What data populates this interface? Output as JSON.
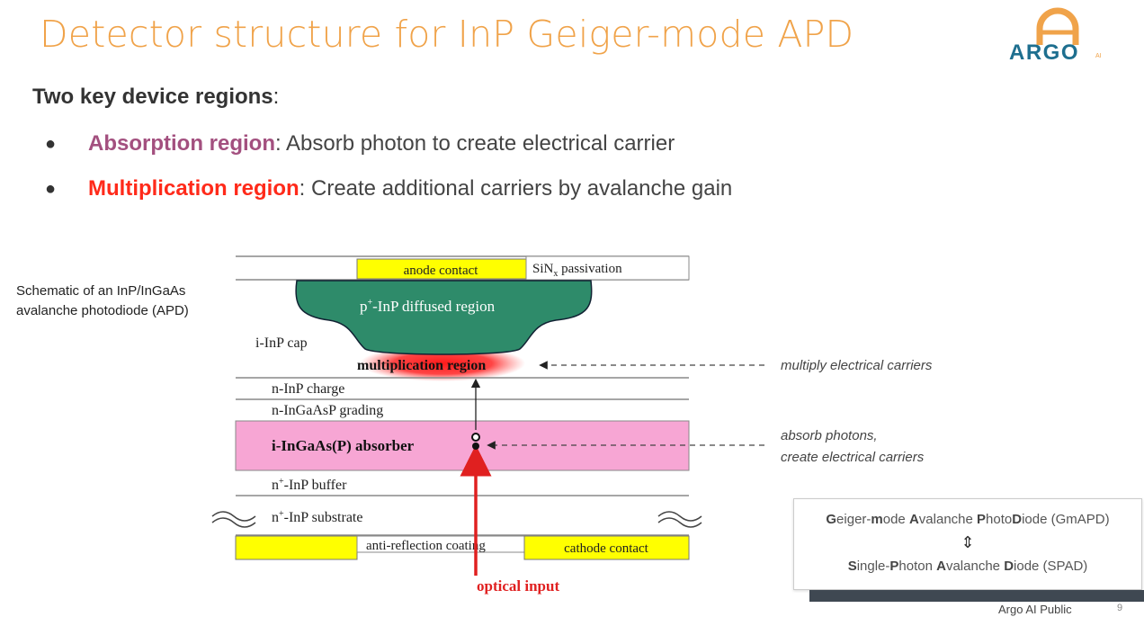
{
  "slide": {
    "title": "Detector structure for InP Geiger-mode APD",
    "logo_text": "ARGO",
    "logo_sup": "AI",
    "subtitle_bold": "Two key device regions",
    "subtitle_colon": ":",
    "bullets": [
      {
        "term": "Absorption region",
        "text": ":  Absorb photon to create electrical carrier"
      },
      {
        "term": "Multiplication region",
        "text": ":  Create additional carriers by avalanche gain"
      }
    ],
    "caption": "Schematic of an InP/InGaAs avalanche photodiode (APD)",
    "footer": "Argo AI Public",
    "page_number": "9"
  },
  "diagram": {
    "anode_contact": "anode contact",
    "sin_passivation": "SiN",
    "sin_sub": "x",
    "sin_suffix": " passivation",
    "p_region_pre": "p",
    "p_region_sup": "+",
    "p_region_suffix": "-InP diffused region",
    "i_inp_cap": "i-InP cap",
    "multiplication_region": "multiplication  region",
    "n_inp_charge": "n-InP charge",
    "n_ingaasp_grading": "n-InGaAsP grading",
    "absorber": "i-InGaAs(P) absorber",
    "buffer_pre": "n",
    "buffer_sup": "+",
    "buffer_suffix": "-InP buffer",
    "substrate_pre": "n",
    "substrate_sup": "+",
    "substrate_suffix": "-InP substrate",
    "anti_reflection": "anti-reflection coating",
    "cathode_contact": "cathode contact",
    "optical_input": "optical input",
    "note_multiply": "multiply electrical carriers",
    "note_absorb_1": "absorb photons,",
    "note_absorb_2": "create electrical carriers"
  },
  "acronyms": {
    "line1": [
      {
        "b": "G",
        "t": "eiger-"
      },
      {
        "b": "m",
        "t": "ode "
      },
      {
        "b": "A",
        "t": "valanche "
      },
      {
        "b": "P",
        "t": "hoto"
      },
      {
        "b": "D",
        "t": "iode (GmAPD)"
      }
    ],
    "arrow": "⇕",
    "line2": [
      {
        "b": "S",
        "t": "ingle-"
      },
      {
        "b": "P",
        "t": "hoton "
      },
      {
        "b": "A",
        "t": "valanche "
      },
      {
        "b": "D",
        "t": "iode (SPAD)"
      }
    ]
  },
  "colors": {
    "title": "#f0a34a",
    "absorption": "#a3507f",
    "multiplication": "#ff2a1a",
    "contact": "#ffff00",
    "p_region": "#2e8b6a",
    "absorber": "#f7a6d4",
    "optical_arrow": "#e02020"
  }
}
